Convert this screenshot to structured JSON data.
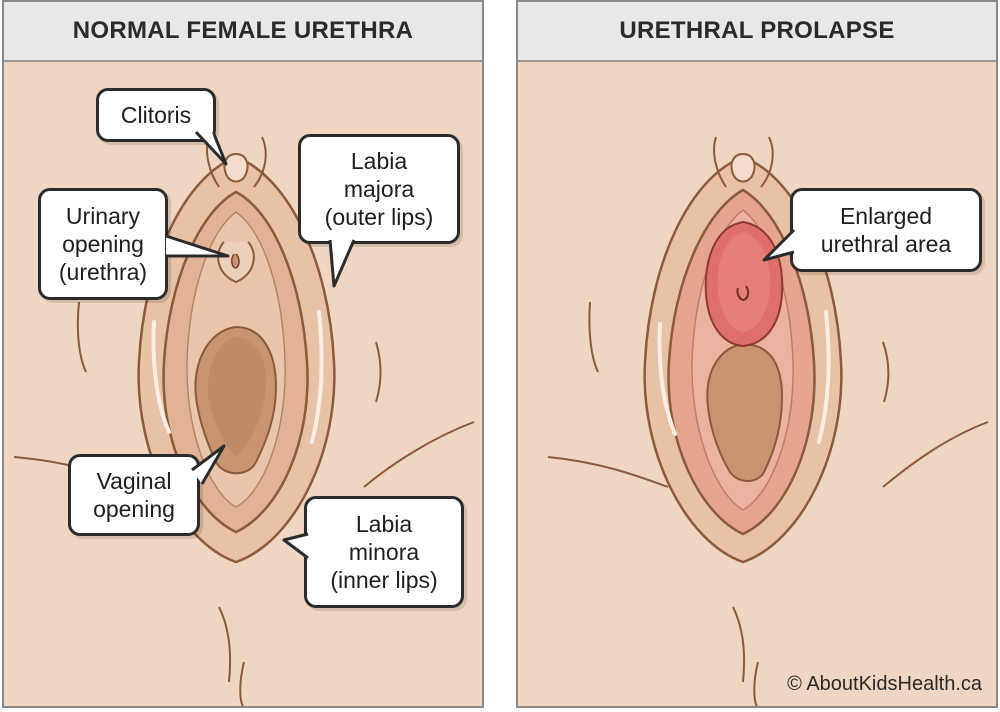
{
  "panels": [
    {
      "title": "NORMAL FEMALE URETHRA",
      "labels": {
        "clitoris": "Clitoris",
        "labia_majora": "Labia\nmajora\n(outer lips)",
        "urinary_opening": "Urinary\nopening\n(urethra)",
        "vaginal_opening": "Vaginal\nopening",
        "labia_minora": "Labia\nminora\n(inner lips)"
      }
    },
    {
      "title": "URETHRAL PROLAPSE",
      "labels": {
        "enlarged_urethral_area": "Enlarged\nurethral area"
      },
      "credit": "© AboutKidsHealth.ca"
    }
  ],
  "colors": {
    "skin": "#efd6c2",
    "header_bg": "#e8e8e8",
    "outline": "#8a5a3a",
    "prolapse_red": "#d8736e"
  }
}
